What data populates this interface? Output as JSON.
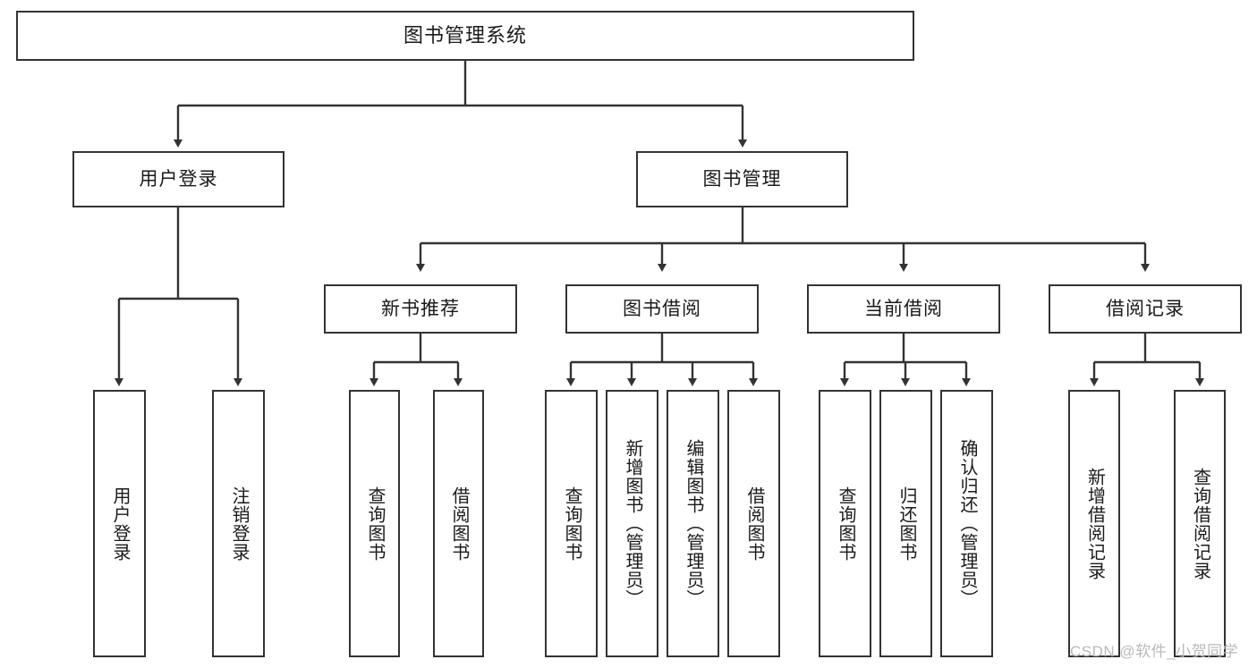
{
  "diagram": {
    "type": "hierarchy-tree",
    "title": "图书管理系统",
    "watermark": "CSDN @软件_小贺同学",
    "colors": {
      "box_border": "#333333",
      "box_fill": "#ffffff",
      "connector": "#333333",
      "text": "#1a1a1a",
      "watermark": "#b9b9b9",
      "background": "#ffffff"
    },
    "levels": {
      "level1": [
        {
          "id": "root",
          "label": "图书管理系统"
        }
      ],
      "level2": [
        {
          "id": "user-login",
          "label": "用户登录",
          "parent": "root"
        },
        {
          "id": "book-manage",
          "label": "图书管理",
          "parent": "root"
        }
      ],
      "level3": [
        {
          "id": "new-book-rec",
          "label": "新书推荐",
          "parent": "book-manage"
        },
        {
          "id": "book-borrow",
          "label": "图书借阅",
          "parent": "book-manage"
        },
        {
          "id": "current-borrow",
          "label": "当前借阅",
          "parent": "book-manage"
        },
        {
          "id": "borrow-record",
          "label": "借阅记录",
          "parent": "book-manage"
        }
      ],
      "level4": [
        {
          "id": "leaf-1",
          "label": "用户登录",
          "parent": "user-login"
        },
        {
          "id": "leaf-2",
          "label": "注销登录",
          "parent": "user-login"
        },
        {
          "id": "leaf-3",
          "label": "查询图书",
          "parent": "new-book-rec"
        },
        {
          "id": "leaf-4",
          "label": "借阅图书",
          "parent": "new-book-rec"
        },
        {
          "id": "leaf-5",
          "label": "查询图书",
          "parent": "book-borrow"
        },
        {
          "id": "leaf-6",
          "label": "新增图书（管理员）",
          "parent": "book-borrow"
        },
        {
          "id": "leaf-7",
          "label": "编辑图书（管理员）",
          "parent": "book-borrow"
        },
        {
          "id": "leaf-8",
          "label": "借阅图书",
          "parent": "book-borrow"
        },
        {
          "id": "leaf-9",
          "label": "查询图书",
          "parent": "current-borrow"
        },
        {
          "id": "leaf-10",
          "label": "归还图书",
          "parent": "current-borrow"
        },
        {
          "id": "leaf-11",
          "label": "确认归还（管理员）",
          "parent": "current-borrow"
        },
        {
          "id": "leaf-12",
          "label": "新增借阅记录",
          "parent": "borrow-record"
        },
        {
          "id": "leaf-13",
          "label": "查询借阅记录",
          "parent": "borrow-record"
        }
      ]
    }
  }
}
